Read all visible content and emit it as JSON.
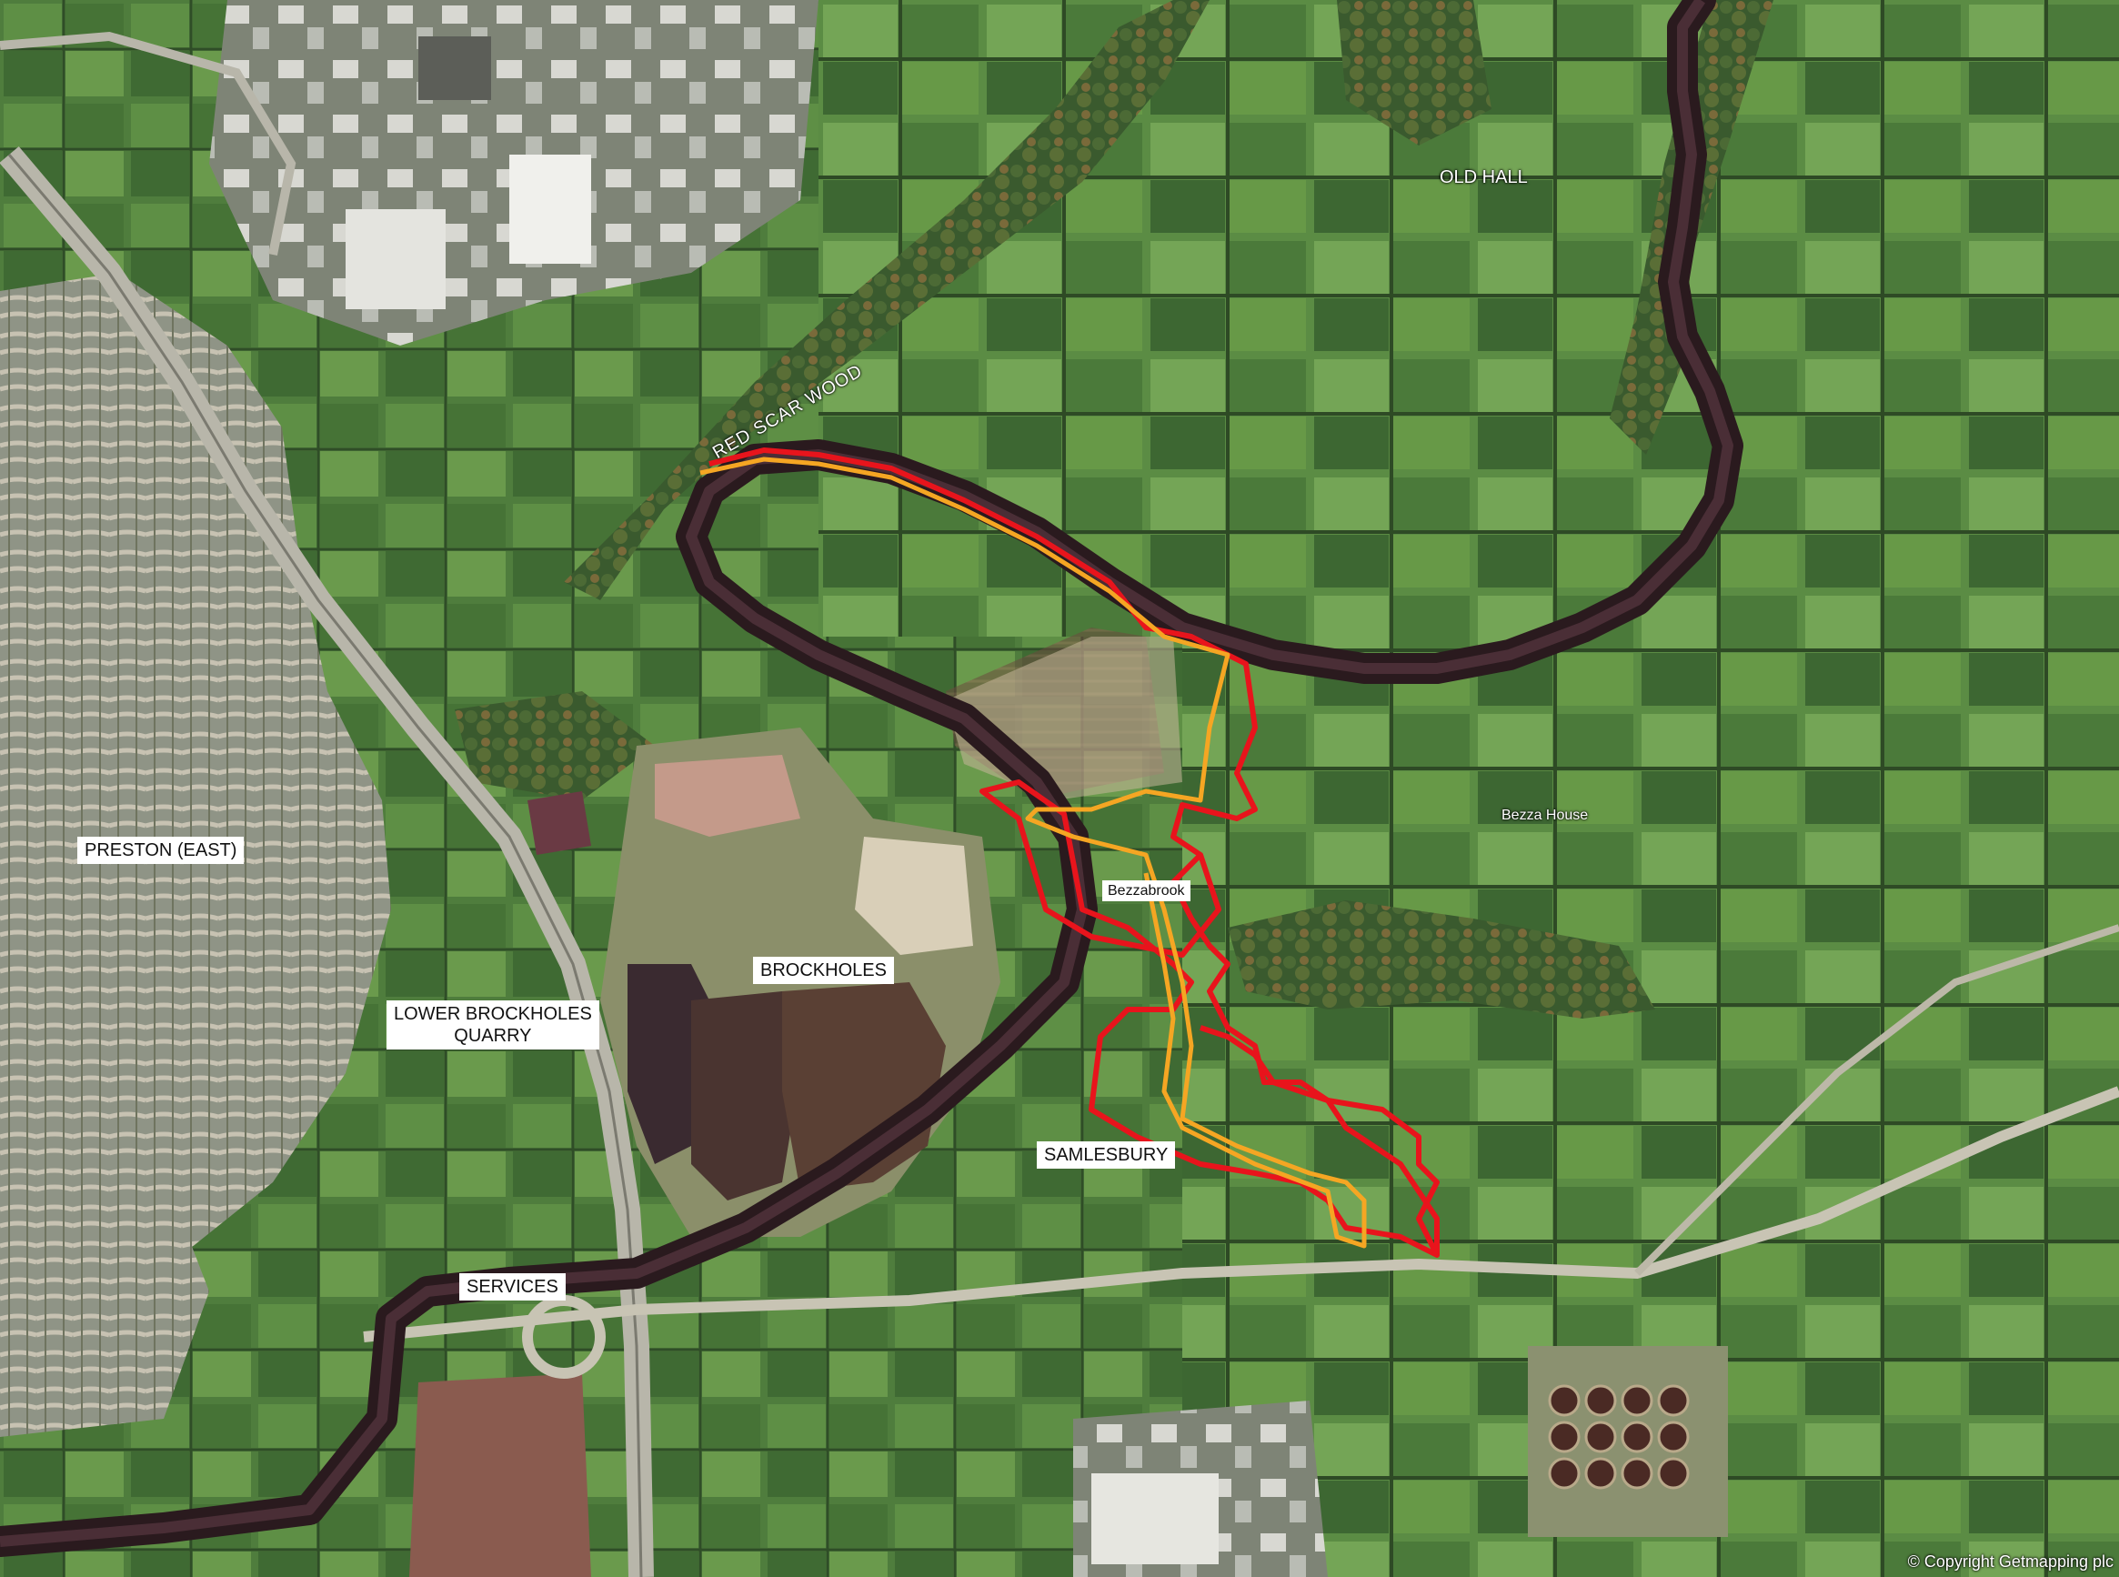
{
  "map": {
    "labels": {
      "red_scar_wood": "RED SCAR WOOD",
      "old_hall": "OLD HALL",
      "bezza_house": "Bezza House",
      "bezzabrook": "Bezzabrook",
      "preston_east": "PRESTON (EAST)",
      "brockholes": "BROCKHOLES",
      "lower_brockholes_quarry": "LOWER BROCKHOLES\nQUARRY",
      "samlesbury": "SAMLESBURY",
      "services": "SERVICES"
    },
    "copyright": "© Copyright Getmapping plc",
    "colors": {
      "red_boundary": "#e8141c",
      "orange_boundary": "#f5a623",
      "river": "#2a1a1e",
      "field_light": "#6f9a4f",
      "field_dark": "#3f6a35",
      "urban": "#9a9a8c"
    }
  }
}
